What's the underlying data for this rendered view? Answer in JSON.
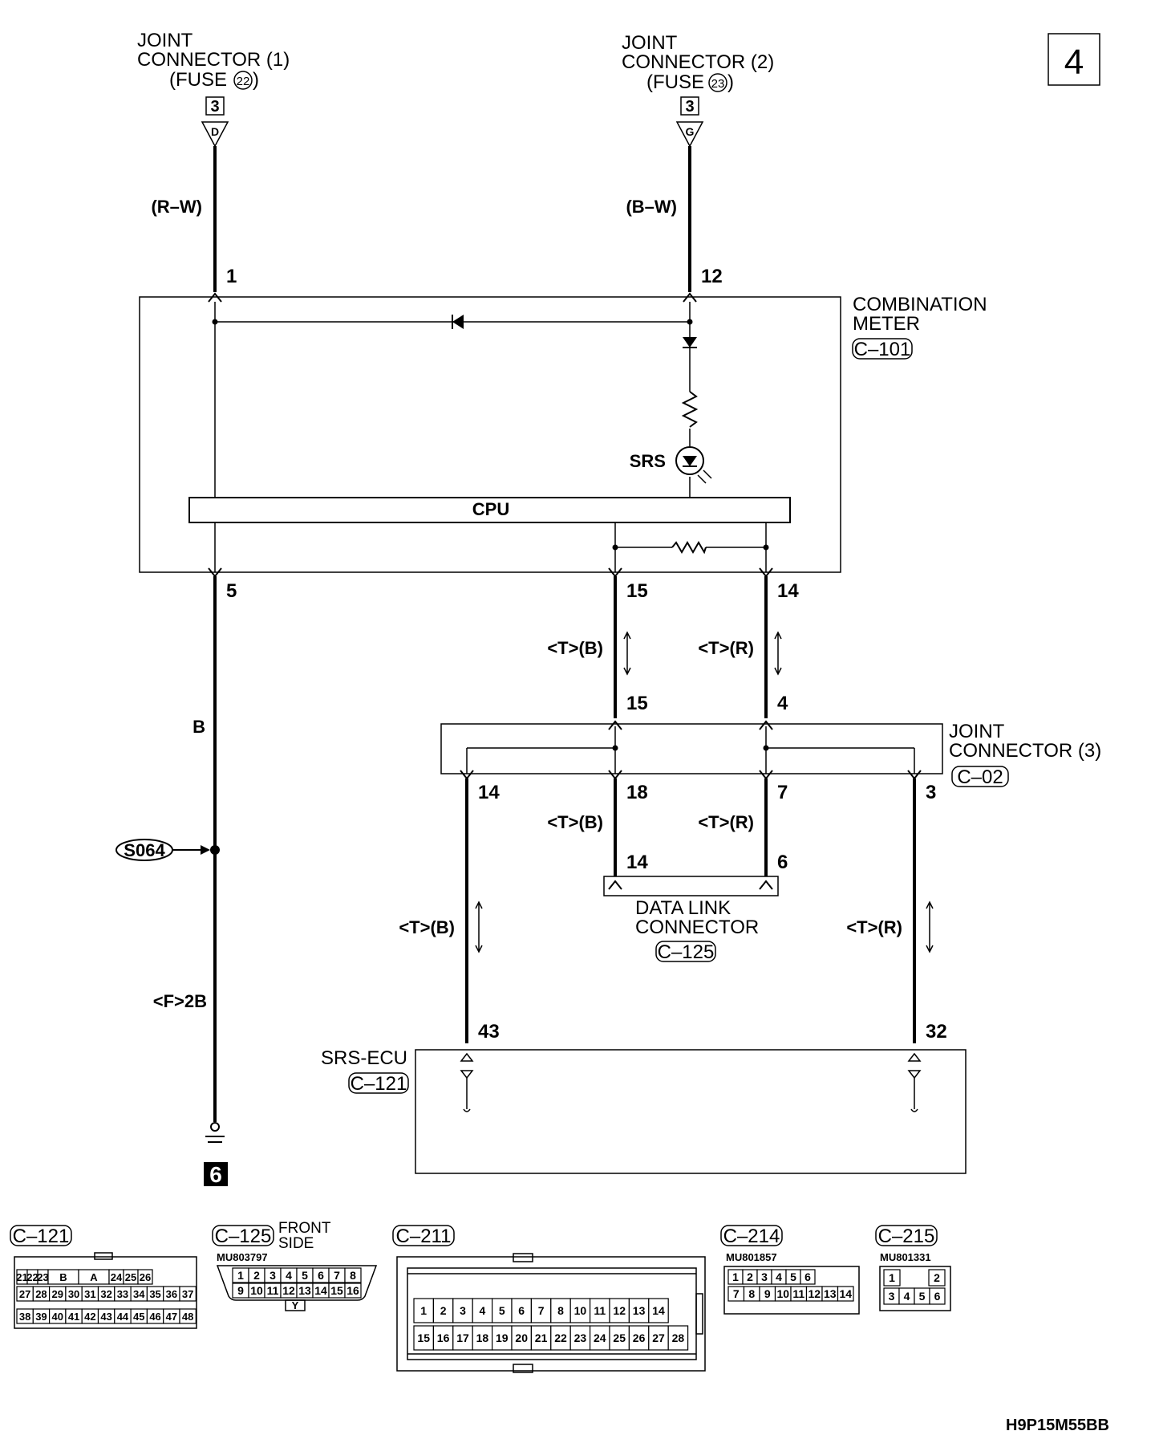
{
  "page_number": "4",
  "doc_code": "H9P15M55BB",
  "top_connectors": {
    "left": {
      "line1": "JOINT",
      "line2": "CONNECTOR (1)",
      "fuse": "(FUSE",
      "fuse_num": "22",
      "fuse_close": ")",
      "ref": "3",
      "letter": "D",
      "wire": "(R–W)",
      "pin": "1"
    },
    "right": {
      "line1": "JOINT",
      "line2": "CONNECTOR (2)",
      "fuse": "(FUSE",
      "fuse_num": "23",
      "fuse_close": ")",
      "ref": "3",
      "letter": "G",
      "wire": "(B–W)",
      "pin": "12"
    }
  },
  "meter": {
    "line1": "COMBINATION",
    "line2": "METER",
    "code": "C–101",
    "lamp": "SRS",
    "cpu": "CPU"
  },
  "meter_pins": {
    "ground": "5",
    "left_out": "15",
    "right_out": "14"
  },
  "wires": {
    "ground_color": "B",
    "ground_alt": "<F>2B",
    "splice": "S064",
    "tb": "<T>(B)",
    "tr": "<T>(R)"
  },
  "joint3": {
    "line1": "JOINT",
    "line2": "CONNECTOR (3)",
    "code": "C–02",
    "in_left": "15",
    "in_right": "4",
    "out_1": "14",
    "out_2": "18",
    "out_3": "7",
    "out_4": "3"
  },
  "dlc": {
    "line1": "DATA LINK",
    "line2": "CONNECTOR",
    "code": "C–125",
    "pin_left": "14",
    "pin_right": "6"
  },
  "srs_ecu": {
    "name": "SRS-ECU",
    "code": "C–121",
    "pin_left": "43",
    "pin_right": "32"
  },
  "ground_ref": "6",
  "connector_views": {
    "c121": {
      "code": "C–121",
      "row1": [
        "21",
        "22",
        "23",
        "B",
        "A",
        "24",
        "25",
        "26"
      ],
      "row2": [
        "27",
        "28",
        "29",
        "30",
        "31",
        "32",
        "33",
        "34",
        "35",
        "36",
        "37"
      ],
      "row3": [
        "38",
        "39",
        "40",
        "41",
        "42",
        "43",
        "44",
        "45",
        "46",
        "47",
        "48"
      ]
    },
    "c125": {
      "code": "C–125",
      "side_1": "FRONT",
      "side_2": "SIDE",
      "part": "MU803797",
      "row1": [
        "1",
        "2",
        "3",
        "4",
        "5",
        "6",
        "7",
        "8"
      ],
      "row2": [
        "9",
        "10",
        "11",
        "12",
        "13",
        "14",
        "15",
        "16"
      ],
      "key": "Y"
    },
    "c211": {
      "code": "C–211",
      "row1": [
        "1",
        "2",
        "3",
        "4",
        "5",
        "6",
        "7",
        "8",
        "10",
        "11",
        "12",
        "13",
        "14"
      ],
      "row2": [
        "15",
        "16",
        "17",
        "18",
        "19",
        "20",
        "21",
        "22",
        "23",
        "24",
        "25",
        "26",
        "27",
        "28"
      ]
    },
    "c214": {
      "code": "C–214",
      "part": "MU801857",
      "row1": [
        "1",
        "2",
        "3",
        "4",
        "5",
        "6"
      ],
      "row2": [
        "7",
        "8",
        "9",
        "10",
        "11",
        "12",
        "13",
        "14"
      ]
    },
    "c215": {
      "code": "C–215",
      "part": "MU801331",
      "row1": [
        "1",
        "2"
      ],
      "row2": [
        "3",
        "4",
        "5",
        "6"
      ]
    }
  }
}
